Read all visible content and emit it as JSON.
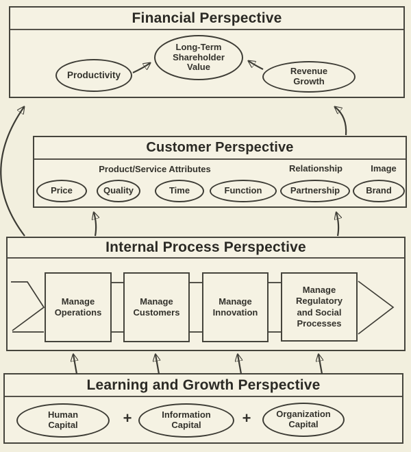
{
  "financial": {
    "title": "Financial Perspective",
    "productivity": "Productivity",
    "shareholder_value": "Long-Term Shareholder Value",
    "revenue_growth": "Revenue Growth"
  },
  "customer": {
    "title": "Customer Perspective",
    "attributes_label": "Product/Service Attributes",
    "relationship_label": "Relationship",
    "image_label": "Image",
    "price": "Price",
    "quality": "Quality",
    "time": "Time",
    "function": "Function",
    "partnership": "Partnership",
    "brand": "Brand"
  },
  "internal": {
    "title": "Internal Process Perspective",
    "process1": "Manage Operations",
    "process2": "Manage Customers",
    "process3": "Manage Innovation",
    "process4": "Manage Regulatory and Social Processes"
  },
  "learning": {
    "title": "Learning and Growth Perspective",
    "capital1": "Human Capital",
    "plus1": "+",
    "capital2": "Information Capital",
    "plus2": "+",
    "capital3": "Organization Capital"
  },
  "colors": {
    "background": "#f2efde",
    "panel_fill": "#f5f2e3",
    "line": "#3d3c35",
    "text": "#2e2d28"
  }
}
